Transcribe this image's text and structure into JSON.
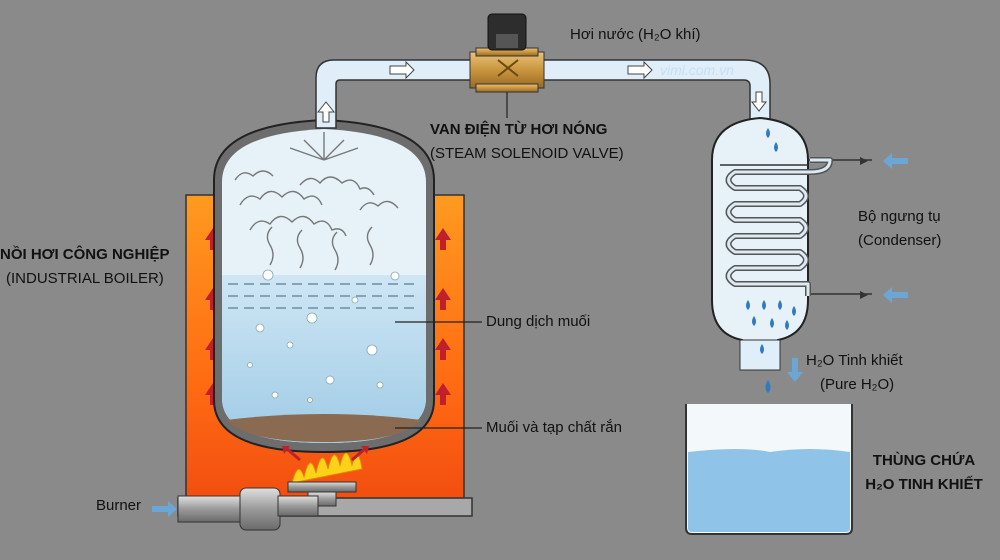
{
  "labels": {
    "steam": "Hơi nước (H₂O khí)",
    "watermark": "vimi.com.vn",
    "valve_vi": "VAN ĐIỆN TỪ HƠI NÓNG",
    "valve_en": "(STEAM SOLENOID VALVE)",
    "boiler_vi": "NỒI HƠI CÔNG NGHIỆP",
    "boiler_en": "(INDUSTRIAL BOILER)",
    "brine": "Dung dịch muối",
    "salt": "Muối và tạp chất rắn",
    "burner": "Burner",
    "condenser_vi": "Bộ ngưng tụ",
    "condenser_en": "(Condenser)",
    "pure_vi": "H₂O Tinh khiết",
    "pure_en": "(Pure H₂O)",
    "tank_line1": "THÙNG CHỨA",
    "tank_line2": "H₂O TINH KHIẾT"
  }
}
